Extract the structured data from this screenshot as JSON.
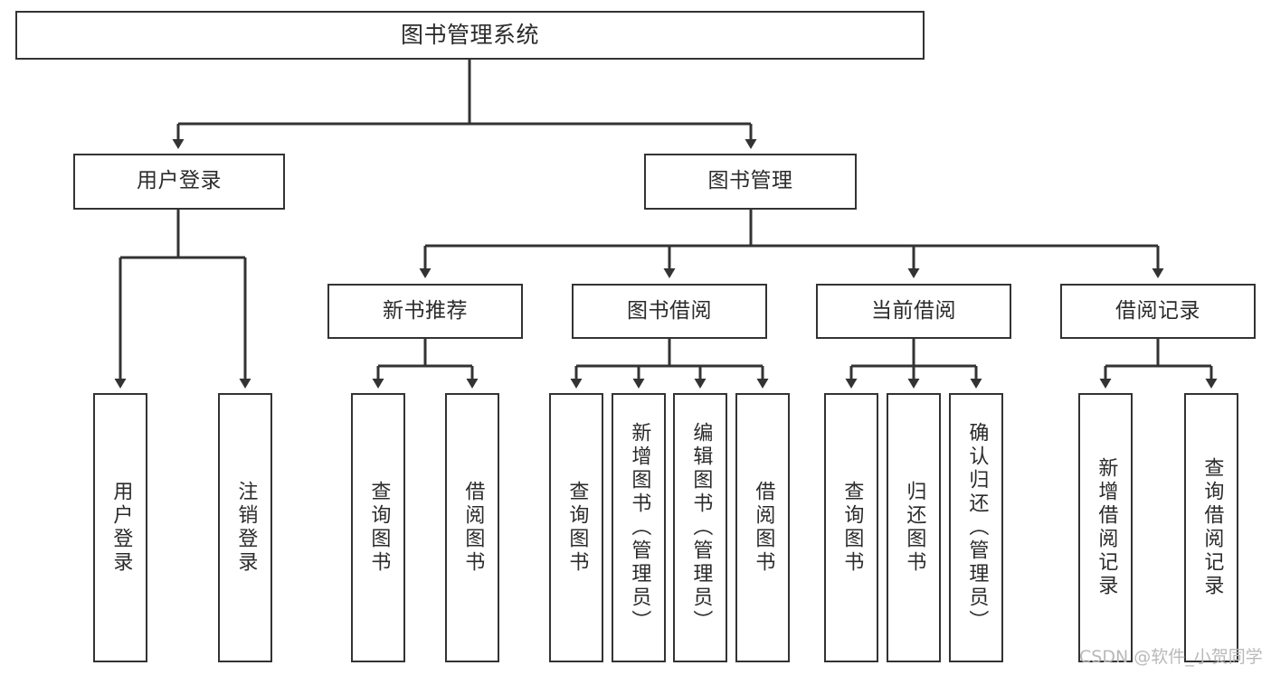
{
  "diagram": {
    "title": "图书管理系统",
    "type": "tree",
    "orientation": "top-down",
    "theme": {
      "background": "#ffffff",
      "node_fill": "#ffffff",
      "node_border": "#333333",
      "text": "#2b2b2b",
      "edge": "#333333",
      "watermark": "#b9b9b9"
    },
    "nodes": {
      "root": {
        "label": "图书管理系统",
        "level": 0
      },
      "user_login": {
        "label": "用户登录",
        "level": 1
      },
      "book_manage": {
        "label": "图书管理",
        "level": 1
      },
      "new_book_rec": {
        "label": "新书推荐",
        "level": 2
      },
      "book_borrow": {
        "label": "图书借阅",
        "level": 2
      },
      "current_borrow": {
        "label": "当前借阅",
        "level": 2
      },
      "borrow_record": {
        "label": "借阅记录",
        "level": 2
      },
      "leaf_user_login": {
        "label": "用户登录",
        "level": 3
      },
      "leaf_logout": {
        "label": "注销登录",
        "level": 3
      },
      "leaf_query_book_1": {
        "label": "查询图书",
        "level": 3
      },
      "leaf_borrow_book_1": {
        "label": "借阅图书",
        "level": 3
      },
      "leaf_query_book_2": {
        "label": "查询图书",
        "level": 3
      },
      "leaf_add_book": {
        "label": "新增图书（管理员）",
        "level": 3
      },
      "leaf_edit_book": {
        "label": "编辑图书（管理员）",
        "level": 3
      },
      "leaf_borrow_book_2": {
        "label": "借阅图书",
        "level": 3
      },
      "leaf_query_book_3": {
        "label": "查询图书",
        "level": 3
      },
      "leaf_return_book": {
        "label": "归还图书",
        "level": 3
      },
      "leaf_confirm_return": {
        "label": "确认归还（管理员）",
        "level": 3
      },
      "leaf_add_record": {
        "label": "新增借阅记录",
        "level": 3
      },
      "leaf_query_record": {
        "label": "查询借阅记录",
        "level": 3
      }
    },
    "edges": [
      {
        "from": "root",
        "to": "user_login"
      },
      {
        "from": "root",
        "to": "book_manage"
      },
      {
        "from": "user_login",
        "to": "leaf_user_login"
      },
      {
        "from": "user_login",
        "to": "leaf_logout"
      },
      {
        "from": "book_manage",
        "to": "new_book_rec"
      },
      {
        "from": "book_manage",
        "to": "book_borrow"
      },
      {
        "from": "book_manage",
        "to": "current_borrow"
      },
      {
        "from": "book_manage",
        "to": "borrow_record"
      },
      {
        "from": "new_book_rec",
        "to": "leaf_query_book_1"
      },
      {
        "from": "new_book_rec",
        "to": "leaf_borrow_book_1"
      },
      {
        "from": "book_borrow",
        "to": "leaf_query_book_2"
      },
      {
        "from": "book_borrow",
        "to": "leaf_add_book"
      },
      {
        "from": "book_borrow",
        "to": "leaf_edit_book"
      },
      {
        "from": "book_borrow",
        "to": "leaf_borrow_book_2"
      },
      {
        "from": "current_borrow",
        "to": "leaf_query_book_3"
      },
      {
        "from": "current_borrow",
        "to": "leaf_return_book"
      },
      {
        "from": "current_borrow",
        "to": "leaf_confirm_return"
      },
      {
        "from": "borrow_record",
        "to": "leaf_add_record"
      },
      {
        "from": "borrow_record",
        "to": "leaf_query_record"
      }
    ]
  },
  "watermark": {
    "text": "CSDN @软件_小贺同学"
  }
}
